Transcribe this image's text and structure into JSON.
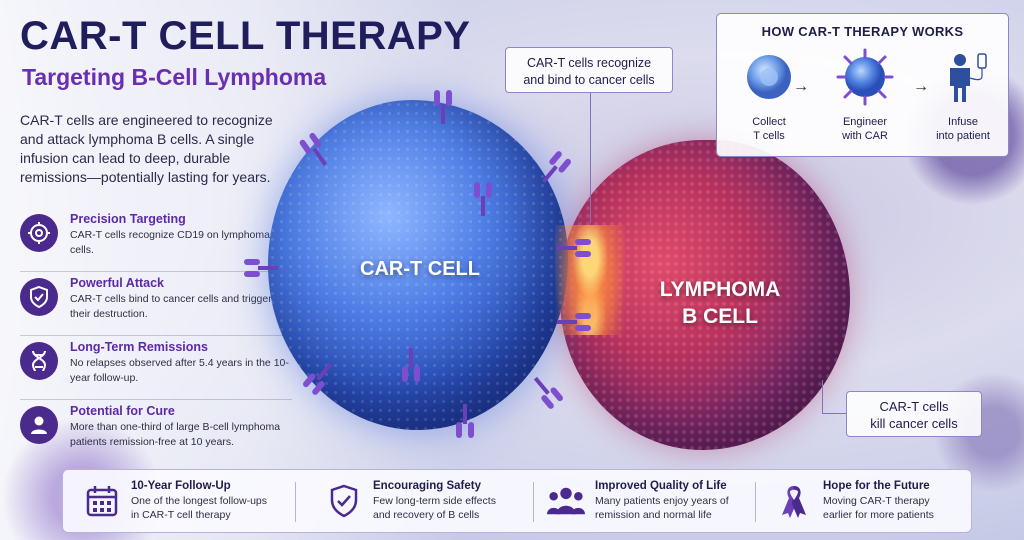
{
  "header": {
    "title": "CAR-T CELL THERAPY",
    "subtitle": "Targeting B-Cell Lymphoma",
    "intro": "CAR-T cells are engineered to recognize and attack lymphoma B cells. A single infusion can lead to deep, durable remissions—potentially lasting for years."
  },
  "features": [
    {
      "title": "Precision Targeting",
      "desc": "CAR-T cells recognize CD19 on lymphoma B cells.",
      "icon": "target-icon"
    },
    {
      "title": "Powerful Attack",
      "desc": "CAR-T cells bind to cancer cells and trigger their destruction.",
      "icon": "shield-check-icon"
    },
    {
      "title": "Long-Term Remissions",
      "desc": "No relapses observed after 5.4 years in the 10-year follow-up.",
      "icon": "dna-icon"
    },
    {
      "title": "Potential for Cure",
      "desc": "More than one-third of large B-cell lymphoma patients remission-free at 10 years.",
      "icon": "person-icon"
    }
  ],
  "illustration": {
    "cart_label": "CAR-T CELL",
    "lymphoma_label_line1": "LYMPHOMA",
    "lymphoma_label_line2": "B CELL",
    "callout_bind_line1": "CAR-T cells recognize",
    "callout_bind_line2": "and bind to cancer cells",
    "callout_kill_line1": "CAR-T cells",
    "callout_kill_line2": "kill cancer cells"
  },
  "how": {
    "title": "HOW CAR-T THERAPY WORKS",
    "steps": [
      {
        "line1": "Collect",
        "line2": "T cells",
        "icon": "t-cell-icon"
      },
      {
        "line1": "Engineer",
        "line2": "with CAR",
        "icon": "car-t-cell-icon"
      },
      {
        "line1": "Infuse",
        "line2": "into patient",
        "icon": "patient-iv-icon"
      }
    ]
  },
  "bottom": [
    {
      "title": "10-Year Follow-Up",
      "desc1": "One of the longest follow-ups",
      "desc2": "in CAR-T cell therapy",
      "icon": "calendar-icon"
    },
    {
      "title": "Encouraging Safety",
      "desc1": "Few long-term side effects",
      "desc2": "and recovery of B cells",
      "icon": "shield-check-icon"
    },
    {
      "title": "Improved Quality of Life",
      "desc1": "Many patients enjoy years of",
      "desc2": "remission and normal life",
      "icon": "people-icon"
    },
    {
      "title": "Hope for the Future",
      "desc1": "Moving CAR-T therapy",
      "desc2": "earlier for more patients",
      "icon": "ribbon-icon"
    }
  ],
  "colors": {
    "title": "#1f1d5c",
    "accent": "#6a2fb0",
    "icon_bg": "#4b2a8e",
    "cart_cell": "#3f6fd8",
    "lymphoma_cell": "#b8325e"
  }
}
